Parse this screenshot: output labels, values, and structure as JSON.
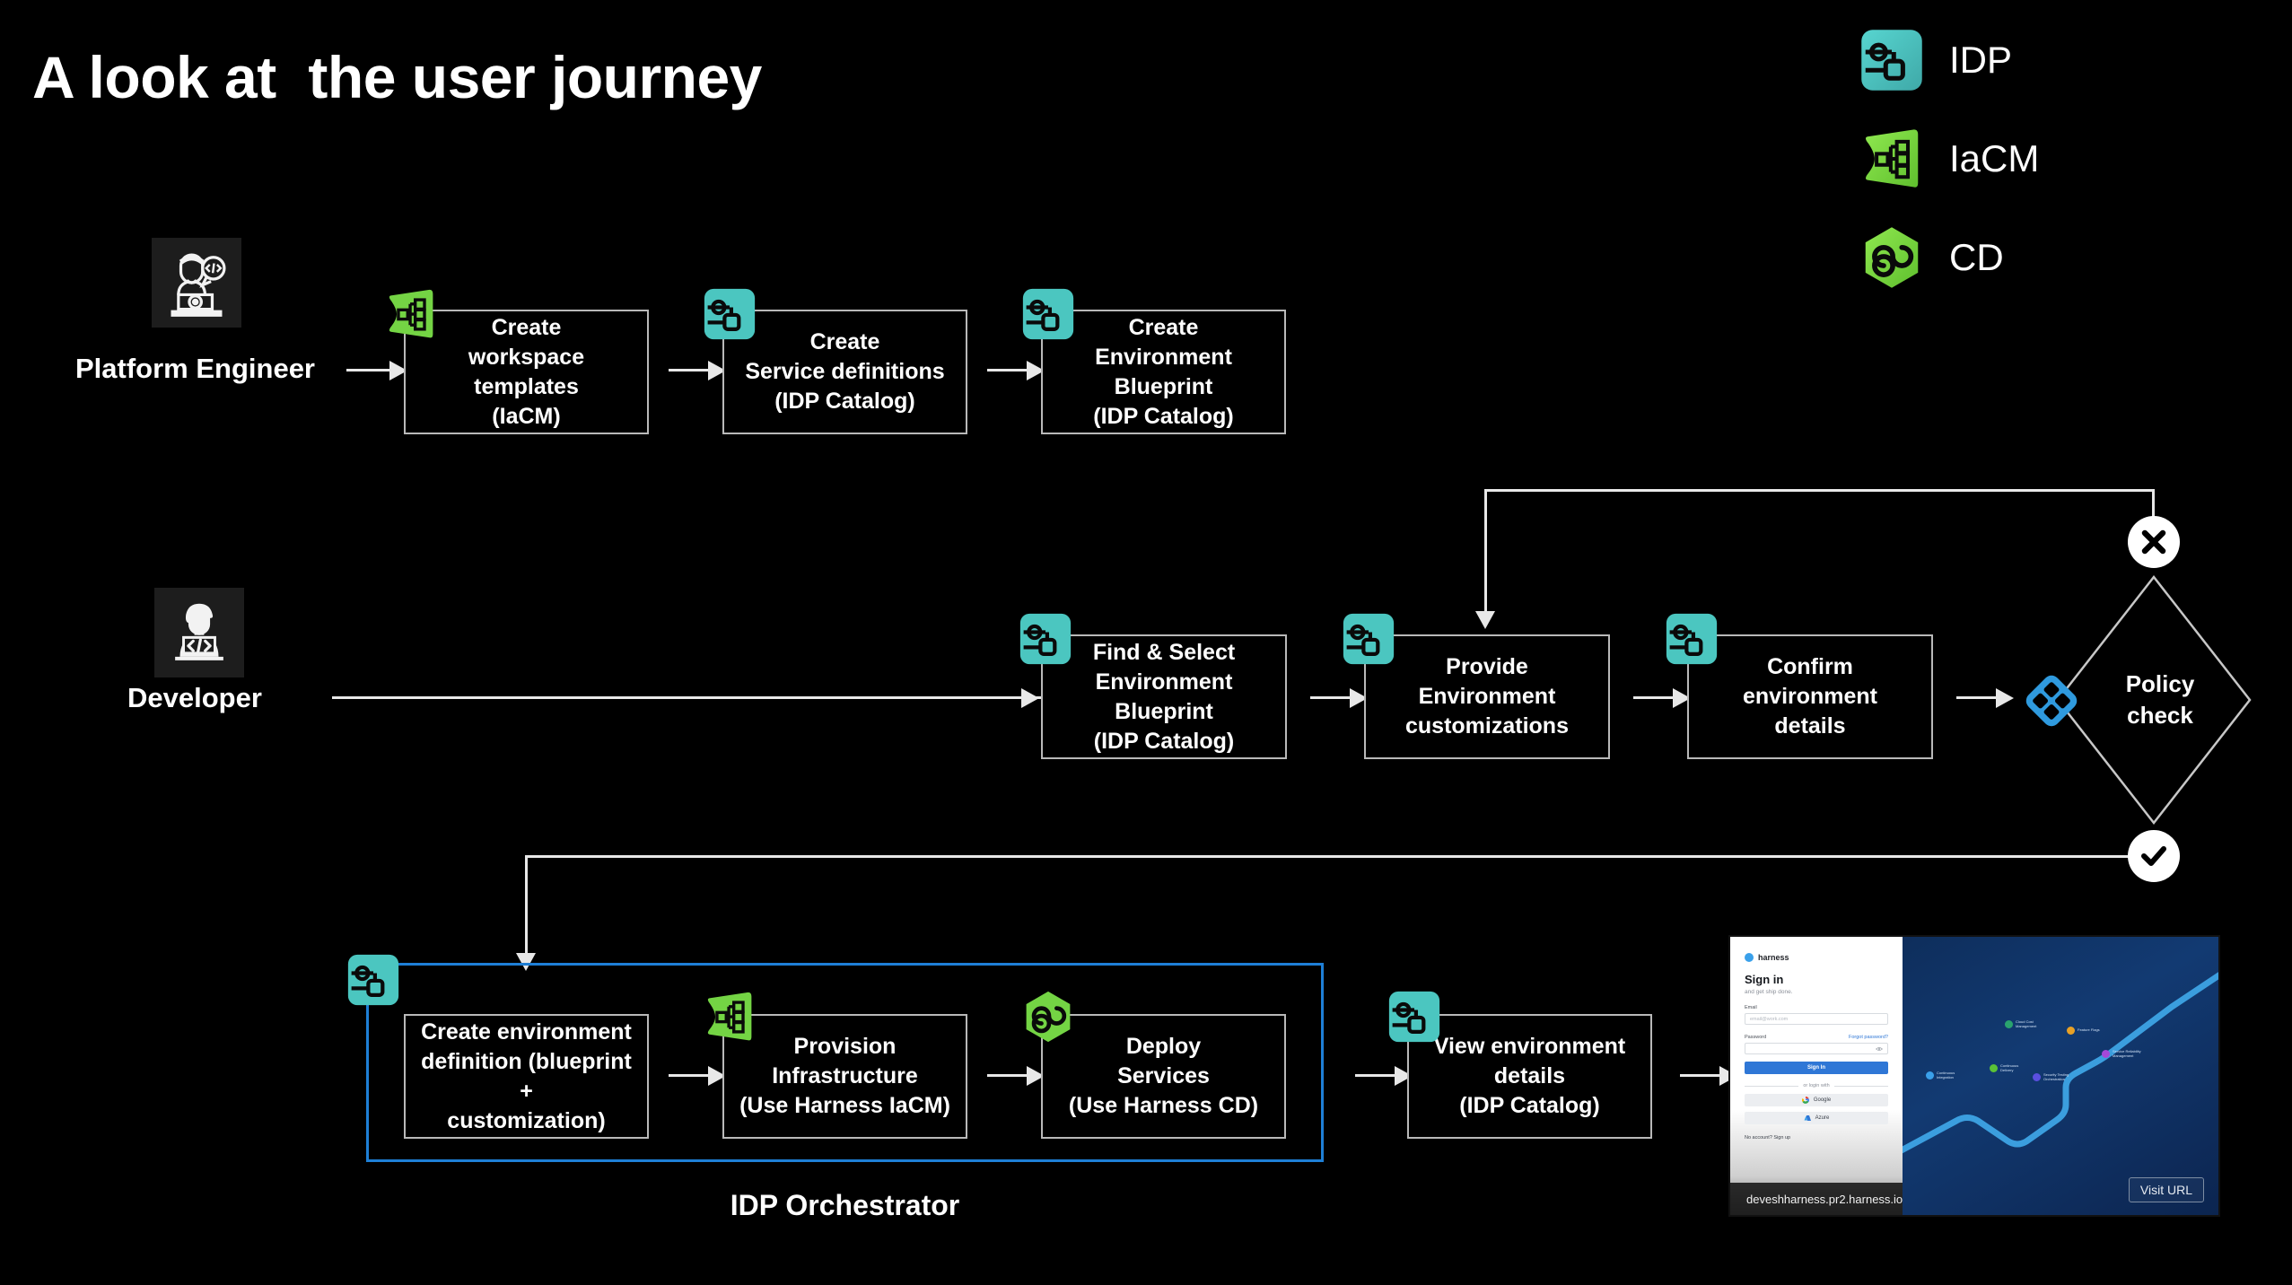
{
  "title": "A look at  the user journey",
  "legend": {
    "items": [
      {
        "label": "IDP",
        "icon": "idp-module-icon",
        "color": "#4bc6c0"
      },
      {
        "label": "IaCM",
        "icon": "iacm-module-icon",
        "color": "#74d444"
      },
      {
        "label": "CD",
        "icon": "cd-module-icon",
        "color": "#74d444"
      }
    ]
  },
  "roles": {
    "platform_engineer": {
      "label": "Platform Engineer",
      "icon": "platform-engineer-avatar"
    },
    "developer": {
      "label": "Developer",
      "icon": "developer-avatar"
    }
  },
  "rows": {
    "platform_engineer_steps": [
      {
        "id": "create-workspace-templates",
        "text": "Create\nworkspace templates\n(IaCM)",
        "badge": "iacm-module-icon"
      },
      {
        "id": "create-service-definitions",
        "text": "Create\nService definitions\n(IDP Catalog)",
        "badge": "idp-module-icon"
      },
      {
        "id": "create-environment-blueprint",
        "text": "Create\nEnvironment Blueprint\n(IDP Catalog)",
        "badge": "idp-module-icon"
      }
    ],
    "developer_steps": [
      {
        "id": "find-select-environment-blueprint",
        "text": "Find & Select\nEnvironment Blueprint\n(IDP Catalog)",
        "badge": "idp-module-icon"
      },
      {
        "id": "provide-environment-customizations",
        "text": "Provide\nEnvironment\ncustomizations",
        "badge": "idp-module-icon"
      },
      {
        "id": "confirm-environment-details",
        "text": "Confirm environment\ndetails",
        "badge": "idp-module-icon"
      }
    ],
    "orchestrator_steps": [
      {
        "id": "create-environment-definition",
        "text": "Create environment\ndefinition (blueprint +\ncustomization)",
        "badge": null
      },
      {
        "id": "provision-infrastructure",
        "text": "Provision\nInfrastructure\n(Use Harness IaCM)",
        "badge": "iacm-module-icon"
      },
      {
        "id": "deploy-services",
        "text": "Deploy\nServices\n(Use Harness CD)",
        "badge": "cd-module-icon"
      }
    ],
    "final_step": {
      "id": "view-environment-details",
      "text": "View environment\ndetails\n(IDP Catalog)",
      "badge": "idp-module-icon"
    }
  },
  "decision": {
    "label": "Policy\ncheck",
    "badge": "opa-policy-icon",
    "reject": {
      "icon": "x-circle-icon"
    },
    "approve": {
      "icon": "check-circle-icon"
    }
  },
  "orchestrator": {
    "label": "IDP Orchestrator",
    "border_color": "#1e7fd6",
    "badge": "idp-module-icon"
  },
  "thumbnail": {
    "brand": "harness",
    "heading": "Sign in",
    "subheading": "and get ship done.",
    "email_label": "Email",
    "email_placeholder": "email@work.com",
    "password_label": "Password",
    "forgot_password": "Forgot password?",
    "signin_button": "Sign In",
    "or_login_with": "or login with",
    "google_button": "Google",
    "azure_button": "Azure",
    "no_account": "No account? Sign up",
    "url": "deveshharness.pr2.harness.io",
    "visit_url_button": "Visit URL",
    "journey_nodes": [
      {
        "label": "Continuous\nIntegration",
        "color": "#3aa0ea"
      },
      {
        "label": "Continuous\nDelivery",
        "color": "#5bc236"
      },
      {
        "label": "Cloud Cost\nManagement",
        "color": "#2aa36e"
      },
      {
        "label": "Security Testing\nOrchestration",
        "color": "#5b4fe0"
      },
      {
        "label": "Feature Flags",
        "color": "#e8a126"
      },
      {
        "label": "Service Reliability\nManagement",
        "color": "#a548d8"
      }
    ]
  },
  "colors": {
    "background": "#000000",
    "text": "#ffffff",
    "box_border": "#b9b9b9",
    "connector": "#e8e8e8",
    "idp_teal": "#4bc6c0",
    "iacm_green": "#74d444",
    "cd_green": "#74d444",
    "opa_blue": "#2f9ade",
    "orchestrator_blue": "#1e7fd6"
  }
}
